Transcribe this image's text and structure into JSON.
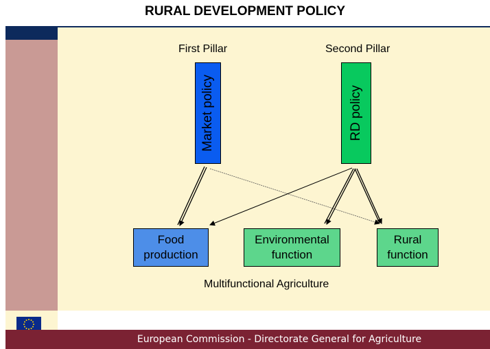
{
  "title": "RURAL DEVELOPMENT POLICY",
  "pillars": {
    "first": {
      "label": "First Pillar",
      "box_text": "Market policy",
      "color": "#0a5cf0"
    },
    "second": {
      "label": "Second Pillar",
      "box_text": "RD policy",
      "color": "#08c95e"
    }
  },
  "functions": [
    {
      "text": "Food\nproduction",
      "color": "#4d8ee8"
    },
    {
      "text": "Environmental\nfunction",
      "color": "#5dd68c"
    },
    {
      "text": "Rural\nfunction",
      "color": "#5dd68c"
    }
  ],
  "caption": "Multifunctional Agriculture",
  "footer": "European Commission - Directorate General for Agriculture",
  "logo": {
    "icon": "eu-flag-icon",
    "color": "#0a2a8a"
  },
  "theme": {
    "left_band": "#c99a95",
    "panel": "#fdf5d1",
    "footer": "#7b2233",
    "rule": "#0d2a5c"
  }
}
